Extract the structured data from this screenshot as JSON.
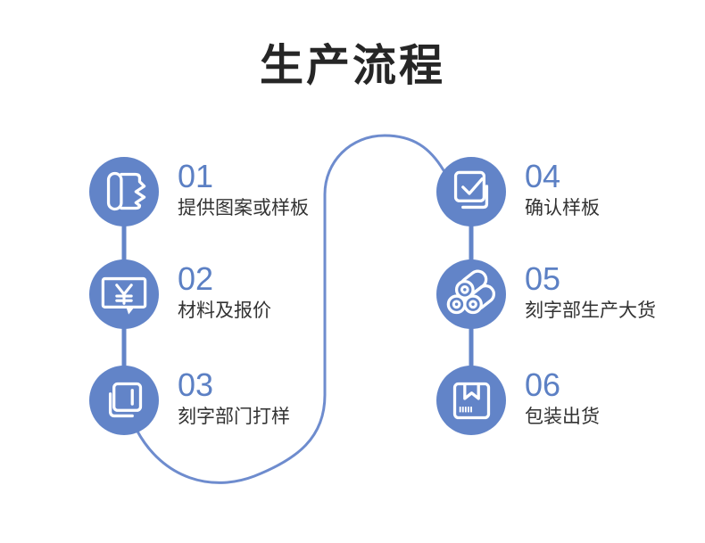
{
  "title": "生产流程",
  "colors": {
    "circle_blue": "#6284C8",
    "connector_blue": "#6E8CCE",
    "number_blue": "#5C80C4",
    "label_gray": "#333333",
    "title_black": "#262626",
    "background": "#ffffff",
    "icon_white": "#ffffff"
  },
  "steps": [
    {
      "number": "01",
      "label": "提供图案或样板",
      "icon": "fabric-roll-icon"
    },
    {
      "number": "02",
      "label": "材料及报价",
      "icon": "price-quote-bubble-icon"
    },
    {
      "number": "03",
      "label": "刻字部门打样",
      "icon": "sample-sheets-icon"
    },
    {
      "number": "04",
      "label": "确认样板",
      "icon": "check-square-icon"
    },
    {
      "number": "05",
      "label": "刻字部生产大货",
      "icon": "material-rolls-icon"
    },
    {
      "number": "06",
      "label": "包装出货",
      "icon": "package-box-icon"
    }
  ]
}
